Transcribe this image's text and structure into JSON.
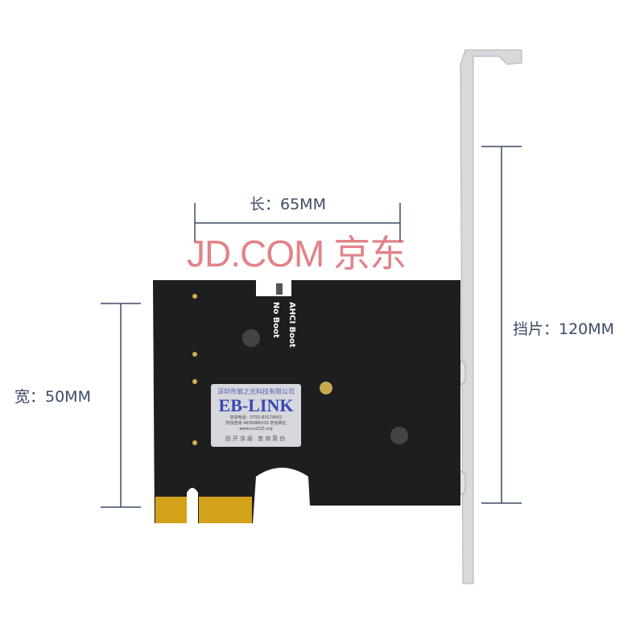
{
  "dimensions": {
    "length": "长：65MM",
    "width": "宽：50MM",
    "bracket": "挡片：120MM"
  },
  "watermark": "JD.COM 京东",
  "board": {
    "jumper_ahci": "AHCI Boot",
    "jumper_noboot": "No Boot",
    "label": {
      "company": "深圳市狼之光科技有限公司",
      "brand": "EB-LINK",
      "phone": "咨询电话：0755-83179002",
      "verify": "防伪查询 4000066315 防伪网址 www.cca315.org",
      "footer": "刮开涂层  查询真伪"
    }
  },
  "colors": {
    "dimension": "#3d4a66",
    "pcb": "#1e1e20",
    "gold": "#d4a21a",
    "bracket": "#d8d8dc"
  }
}
